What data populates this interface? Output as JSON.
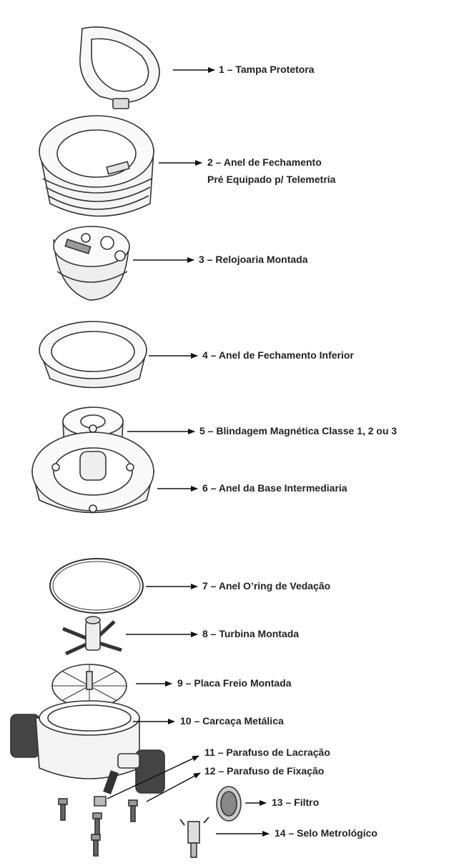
{
  "labels": [
    {
      "num": "1",
      "text": "1 – Tampa Protetora"
    },
    {
      "num": "2",
      "text": "2 – Anel de Fechamento",
      "text2": "Pré Equipado p/ Telemetria"
    },
    {
      "num": "3",
      "text": "3 – Relojoaria Montada"
    },
    {
      "num": "4",
      "text": "4 – Anel de Fechamento Inferior"
    },
    {
      "num": "5",
      "text": "5 – Blindagem Magnética Classe 1, 2 ou 3"
    },
    {
      "num": "6",
      "text": "6 – Anel da Base Intermediaria"
    },
    {
      "num": "7",
      "text": "7 – Anel O’ring de Vedação"
    },
    {
      "num": "8",
      "text": "8 – Turbina Montada"
    },
    {
      "num": "9",
      "text": "9 – Placa Freio Montada"
    },
    {
      "num": "10",
      "text": "10 – Carcaça Metálica"
    },
    {
      "num": "11",
      "text": "11 – Parafuso de Lacração"
    },
    {
      "num": "12",
      "text": "12 – Parafuso de Fixação"
    },
    {
      "num": "13",
      "text": "13 – Filtro"
    },
    {
      "num": "14",
      "text": "14 – Selo Metrológico"
    }
  ]
}
